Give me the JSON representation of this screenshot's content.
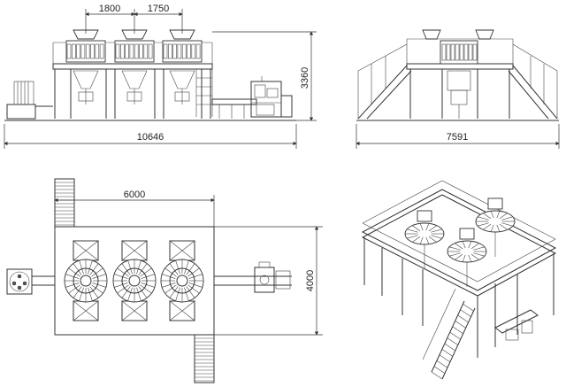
{
  "front_view": {
    "dim_spacing_1": "1800",
    "dim_spacing_2": "1750",
    "dim_height": "3360",
    "dim_total_length": "10646"
  },
  "side_view": {
    "dim_total_width": "7591"
  },
  "plan_view": {
    "dim_platform_length": "6000",
    "dim_platform_depth": "4000"
  }
}
